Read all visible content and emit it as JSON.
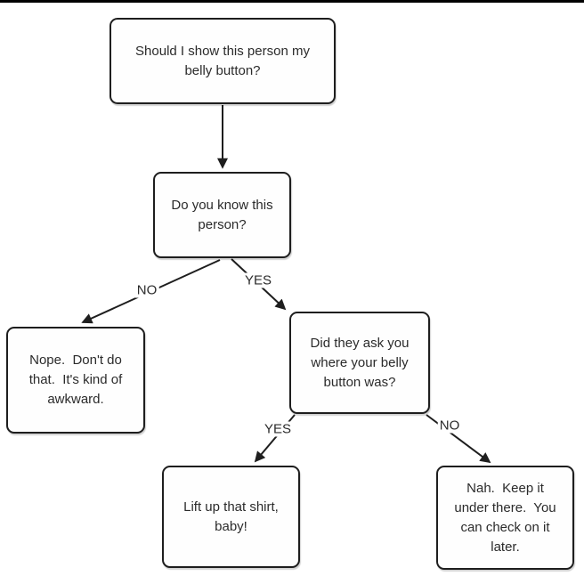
{
  "page": {
    "background_color": "#ffffff",
    "top_border_color": "#000000",
    "line_color": "#1e1e1e",
    "text_color": "#2b2b2b"
  },
  "flowchart": {
    "nodes": [
      {
        "id": "start",
        "lines": [
          "Should I show this person my",
          "belly button?"
        ]
      },
      {
        "id": "know-person",
        "lines": [
          "Do you know this",
          "person?"
        ]
      },
      {
        "id": "nope",
        "lines": [
          "Nope.  Don't do",
          "that.  It's kind of",
          "awkward."
        ]
      },
      {
        "id": "did-they-ask",
        "lines": [
          "Did they ask you",
          "where your belly",
          "button was?"
        ]
      },
      {
        "id": "lift-shirt",
        "lines": [
          "Lift up that shirt,",
          "baby!"
        ]
      },
      {
        "id": "keep-under",
        "lines": [
          "Nah.  Keep it",
          "under there.  You",
          "can check on it",
          "later."
        ]
      }
    ],
    "edges": [
      {
        "from": "start",
        "to": "know-person",
        "label": ""
      },
      {
        "from": "know-person",
        "to": "nope",
        "label": "NO"
      },
      {
        "from": "know-person",
        "to": "did-they-ask",
        "label": "YES"
      },
      {
        "from": "did-they-ask",
        "to": "lift-shirt",
        "label": "YES"
      },
      {
        "from": "did-they-ask",
        "to": "keep-under",
        "label": "NO"
      }
    ]
  }
}
